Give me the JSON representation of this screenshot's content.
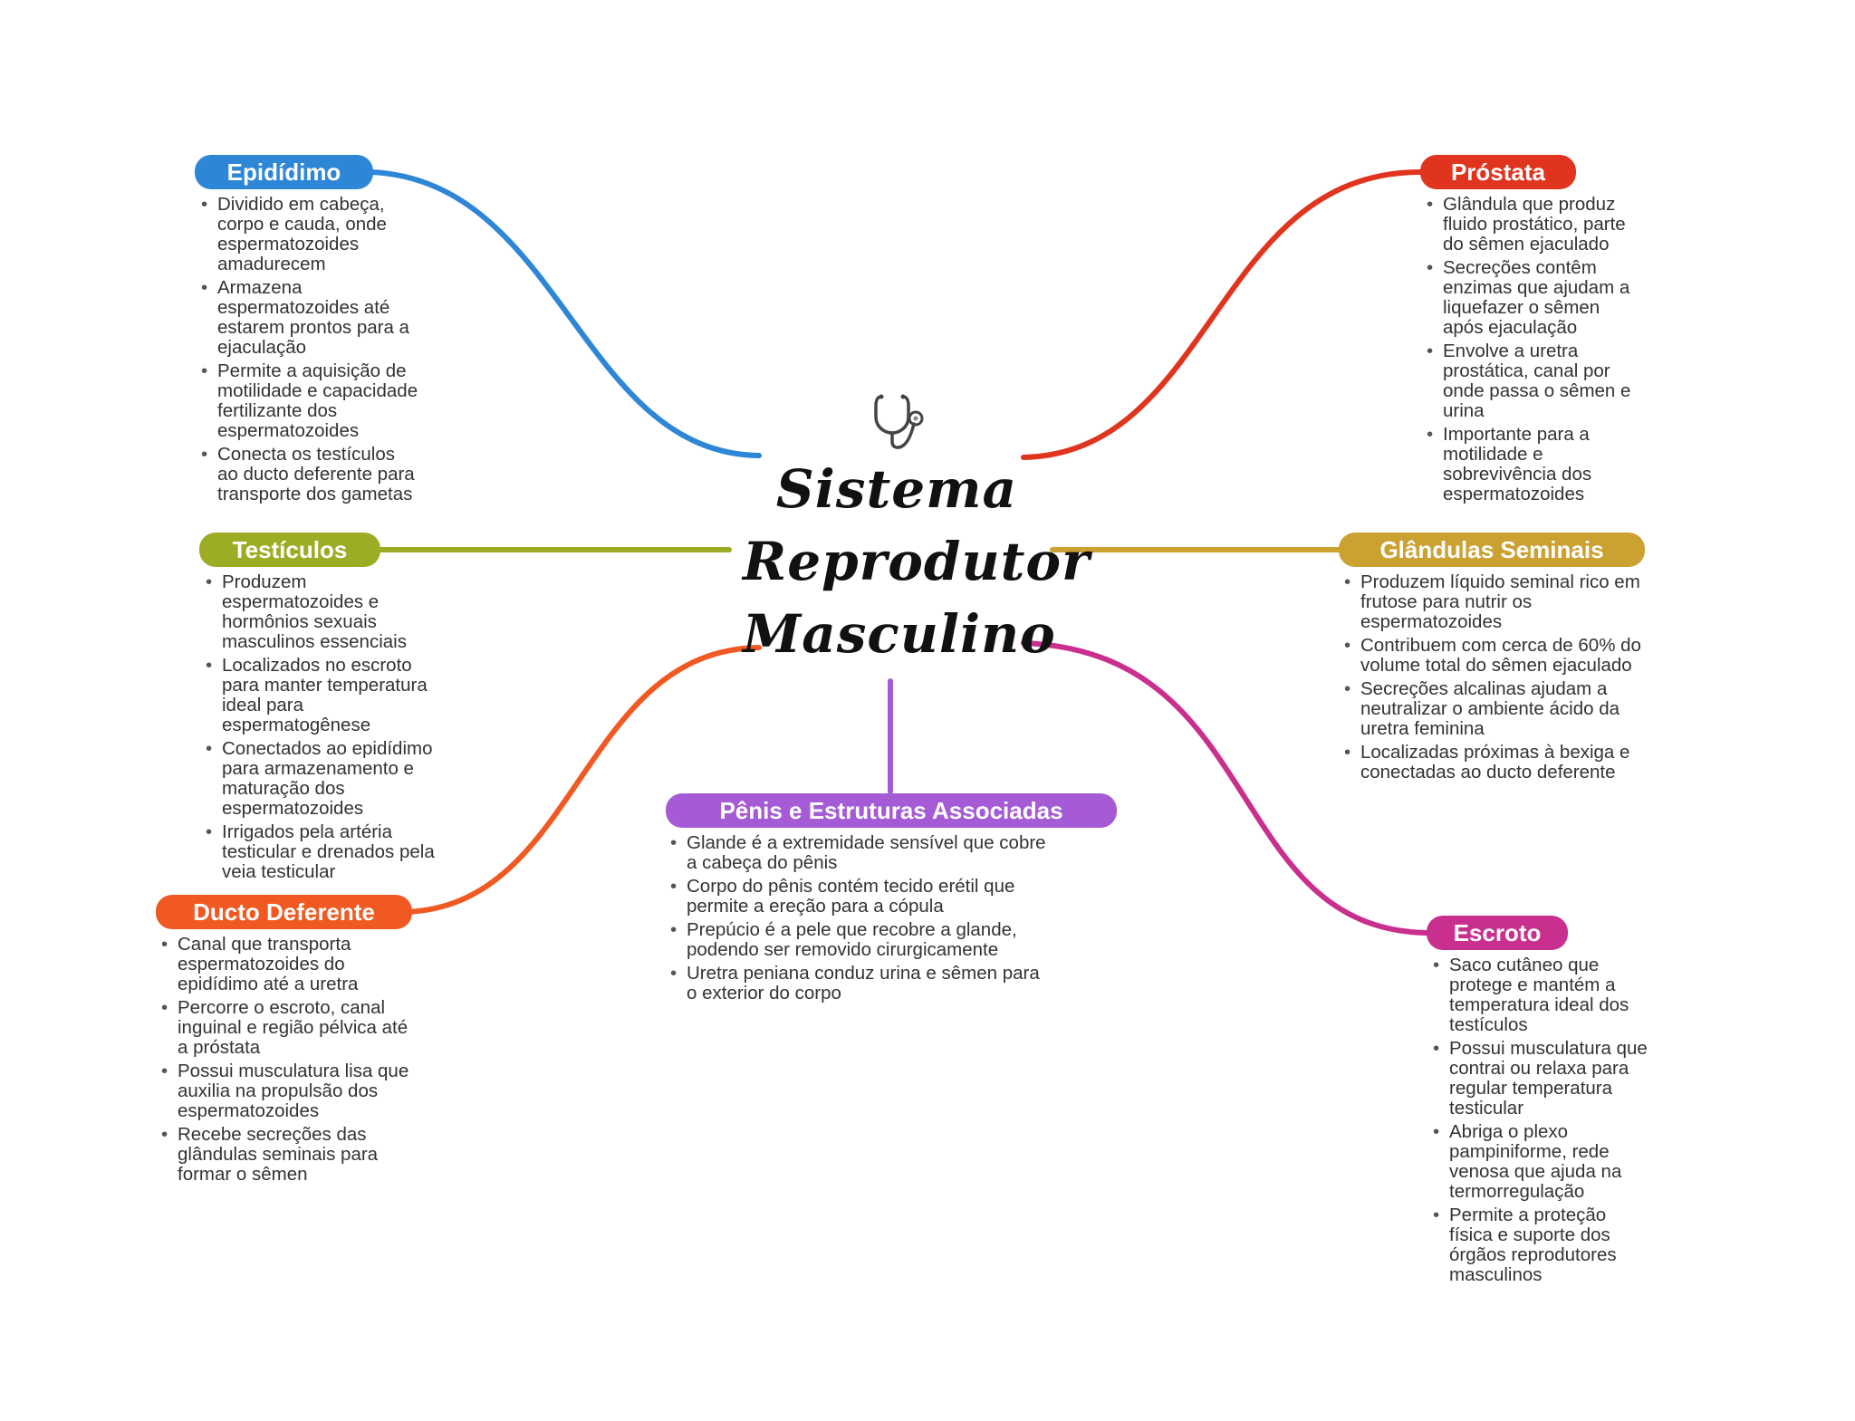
{
  "title_lines": [
    "Sistema",
    "Reprodutor",
    "Masculino"
  ],
  "center_icon": "stethoscope-icon",
  "branches": {
    "epididimo": {
      "label": "Epidídimo",
      "color": "#2E86D6",
      "notes": [
        "Dividido em cabeça, corpo e cauda, onde espermatozoides amadurecem",
        "Armazena espermatozoides até estarem prontos para a ejaculação",
        "Permite a aquisição de motilidade e capacidade fertilizante dos espermatozoides",
        "Conecta os testículos ao ducto deferente para transporte dos gametas"
      ]
    },
    "testiculos": {
      "label": "Testículos",
      "color": "#9CAD25",
      "notes": [
        "Produzem espermatozoides e hormônios sexuais masculinos essenciais",
        "Localizados no escroto para manter temperatura ideal para espermatogênese",
        "Conectados ao epidídimo para armazenamento e maturação dos espermatozoides",
        "Irrigados pela artéria testicular e drenados pela veia testicular"
      ]
    },
    "ducto_deferente": {
      "label": "Ducto Deferente",
      "color": "#F05A22",
      "notes": [
        "Canal que transporta espermatozoides do epidídimo até a uretra",
        "Percorre o escroto, canal inguinal e região pélvica até a próstata",
        "Possui musculatura lisa que auxilia na propulsão dos espermatozoides",
        "Recebe secreções das glândulas seminais para formar o sêmen"
      ]
    },
    "penis": {
      "label": "Pênis e Estruturas Associadas",
      "color": "#A55BD6",
      "notes": [
        "Glande é a extremidade sensível que cobre a cabeça do pênis",
        "Corpo do pênis contém tecido erétil que permite a ereção para a cópula",
        "Prepúcio é a pele que recobre a glande, podendo ser removido cirurgicamente",
        "Uretra peniana conduz urina e sêmen para o exterior do corpo"
      ]
    },
    "prostata": {
      "label": "Próstata",
      "color": "#E0341E",
      "notes": [
        "Glândula que produz fluido prostático, parte do sêmen ejaculado",
        "Secreções contêm enzimas que ajudam a liquefazer o sêmen após ejaculação",
        "Envolve a uretra prostática, canal por onde passa o sêmen e urina",
        "Importante para a motilidade e sobrevivência dos espermatozoides"
      ]
    },
    "glandulas": {
      "label": "Glândulas Seminais",
      "color": "#CBA132",
      "notes": [
        "Produzem líquido seminal rico em frutose para nutrir os espermatozoides",
        "Contribuem com cerca de 60% do volume total do sêmen ejaculado",
        "Secreções alcalinas ajudam a neutralizar o ambiente ácido da uretra feminina",
        "Localizadas próximas à bexiga e conectadas ao ducto deferente"
      ]
    },
    "escroto": {
      "label": "Escroto",
      "color": "#C92F8E",
      "notes": [
        "Saco cutâneo que protege e mantém a temperatura ideal dos testículos",
        "Possui musculatura que contrai ou relaxa para regular temperatura testicular",
        "Abriga o plexo pampiniforme, rede venosa que ajuda na termorregulação",
        "Permite a proteção física e suporte dos órgãos reprodutores masculinos"
      ]
    }
  }
}
